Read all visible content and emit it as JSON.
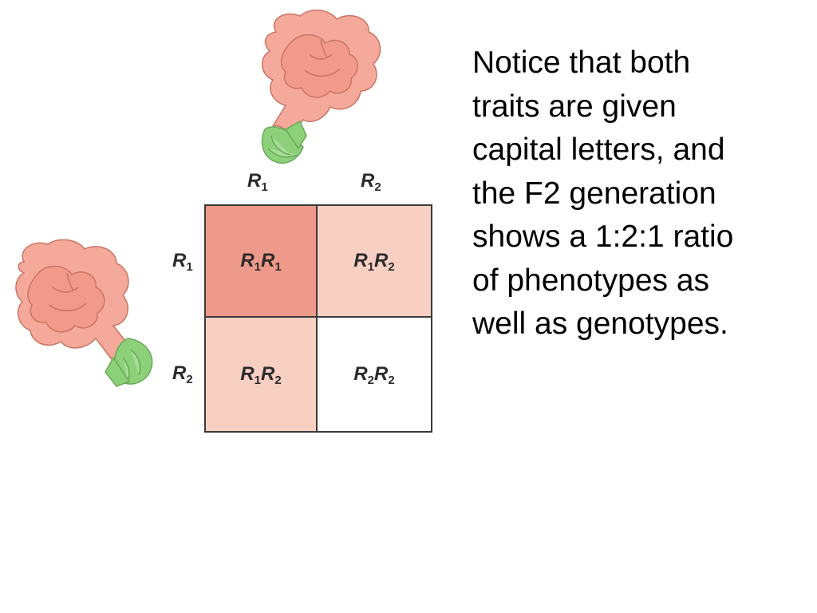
{
  "punnett": {
    "columns": [
      {
        "letter": "R",
        "sub": "1"
      },
      {
        "letter": "R",
        "sub": "2"
      }
    ],
    "rows": [
      {
        "letter": "R",
        "sub": "1"
      },
      {
        "letter": "R",
        "sub": "2"
      }
    ],
    "cells": [
      {
        "a": "R",
        "a_sub": "1",
        "b": "R",
        "b_sub": "1",
        "fill": "#ee9a8a"
      },
      {
        "a": "R",
        "a_sub": "1",
        "b": "R",
        "b_sub": "2",
        "fill": "#f8cfc3"
      },
      {
        "a": "R",
        "a_sub": "1",
        "b": "R",
        "b_sub": "2",
        "fill": "#f8cfc3"
      },
      {
        "a": "R",
        "a_sub": "2",
        "b": "R",
        "b_sub": "2",
        "fill": "#ffffff"
      }
    ],
    "border_color": "#3a3a3a"
  },
  "illustrations": {
    "flower_top": {
      "icon": "snapdragon-flower-icon",
      "petal_color": "#f4a99a",
      "sepal_color": "#8dd07a"
    },
    "flower_left": {
      "icon": "snapdragon-flower-icon",
      "petal_color": "#f4a99a",
      "sepal_color": "#8dd07a"
    }
  },
  "notice": {
    "lines": [
      "Notice that both",
      "traits are given",
      "capital letters, and",
      "the F2 generation",
      "shows a 1:2:1 ratio",
      "of phenotypes as",
      "well as genotypes."
    ]
  }
}
